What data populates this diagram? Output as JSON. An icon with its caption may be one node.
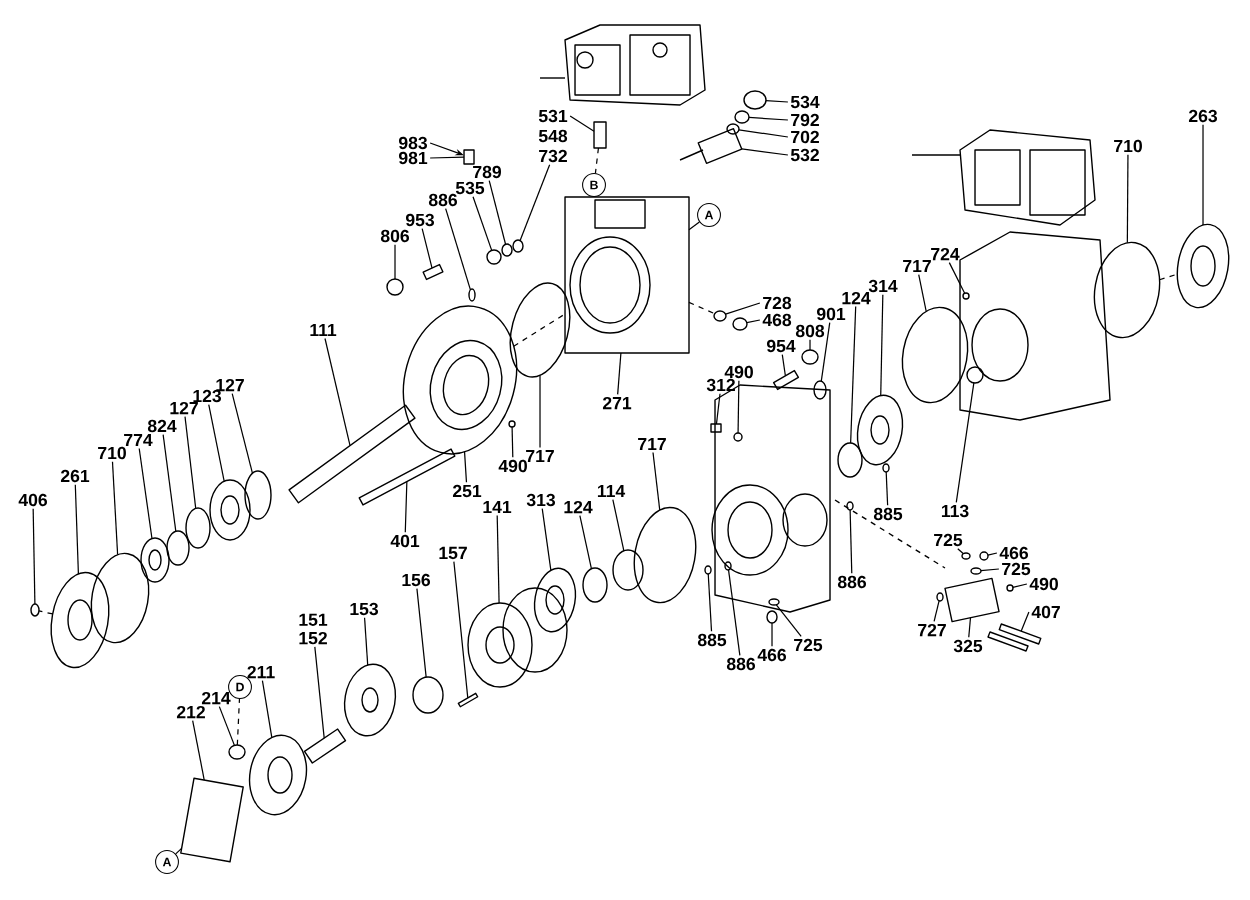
{
  "diagram": {
    "nodes": [
      {
        "text": [
          "534"
        ]
      },
      {
        "text": [
          "792"
        ]
      },
      {
        "text": [
          "702"
        ]
      },
      {
        "text": [
          "532"
        ]
      },
      {
        "text": [
          "531"
        ]
      },
      {
        "text": [
          "983"
        ]
      },
      {
        "text": [
          "981"
        ]
      },
      {
        "text": [
          "732"
        ]
      },
      {
        "text": [
          "789"
        ]
      },
      {
        "text": [
          "535"
        ]
      },
      {
        "text": [
          "886"
        ]
      },
      {
        "text": [
          "953"
        ]
      },
      {
        "text": [
          "806"
        ]
      },
      {
        "text": [
          "111"
        ]
      },
      {
        "text": [
          "127"
        ]
      },
      {
        "text": [
          "123"
        ]
      },
      {
        "text": [
          "127"
        ]
      },
      {
        "text": [
          "824"
        ]
      },
      {
        "text": [
          "774"
        ]
      },
      {
        "text": [
          "710"
        ]
      },
      {
        "text": [
          "261"
        ]
      },
      {
        "text": [
          "406"
        ]
      },
      {
        "text": [
          "401"
        ]
      },
      {
        "text": [
          "251"
        ]
      },
      {
        "text": [
          "490"
        ]
      },
      {
        "text": [
          "717"
        ]
      },
      {
        "text": [
          "271"
        ]
      },
      {
        "text": [
          "141"
        ]
      },
      {
        "text": [
          "313"
        ]
      },
      {
        "text": [
          "124"
        ]
      },
      {
        "text": [
          "114"
        ]
      },
      {
        "text": [
          "717"
        ]
      },
      {
        "text": [
          "157"
        ]
      },
      {
        "text": [
          "156"
        ]
      },
      {
        "text": [
          "153"
        ]
      },
      {
        "text": [
          "151",
          "152"
        ]
      },
      {
        "text": [
          "211"
        ]
      },
      {
        "text": [
          "214"
        ]
      },
      {
        "text": [
          "212"
        ]
      },
      {
        "text": [
          "312"
        ]
      },
      {
        "text": [
          "490"
        ]
      },
      {
        "text": [
          "954"
        ]
      },
      {
        "text": [
          "808"
        ]
      },
      {
        "text": [
          "901"
        ]
      },
      {
        "text": [
          "124"
        ]
      },
      {
        "text": [
          "314"
        ]
      },
      {
        "text": [
          "717"
        ]
      },
      {
        "text": [
          "724"
        ]
      },
      {
        "text": [
          "728"
        ]
      },
      {
        "text": [
          "468"
        ]
      },
      {
        "text": [
          "710"
        ]
      },
      {
        "text": [
          "263"
        ]
      },
      {
        "text": [
          "885"
        ]
      },
      {
        "text": [
          "113"
        ]
      },
      {
        "text": [
          "886"
        ]
      },
      {
        "text": [
          "885"
        ]
      },
      {
        "text": [
          "886"
        ]
      },
      {
        "text": [
          "466"
        ]
      },
      {
        "text": [
          "725"
        ]
      },
      {
        "text": [
          "725"
        ]
      },
      {
        "text": [
          "466"
        ]
      },
      {
        "text": [
          "725"
        ]
      },
      {
        "text": [
          "490"
        ]
      },
      {
        "text": [
          "407"
        ]
      },
      {
        "text": [
          "727"
        ]
      },
      {
        "text": [
          "325"
        ]
      },
      {
        "text": [
          "B"
        ]
      },
      {
        "text": [
          "A"
        ]
      },
      {
        "text": [
          "D"
        ]
      },
      {
        "text": [
          "A"
        ]
      },
      {
        "text": [],
        "shape": "circle"
      },
      {
        "text": [],
        "shape": "circle"
      },
      {
        "text": [],
        "shape": "circle"
      },
      {
        "text": [],
        "shape": "box"
      },
      {
        "text": [],
        "shape": "box"
      },
      {
        "text": [],
        "shape": "box"
      },
      {
        "text": [],
        "shape": "circle"
      },
      {
        "text": [],
        "shape": "circle"
      },
      {
        "text": [],
        "shape": "circle"
      },
      {
        "text": [],
        "shape": "circle"
      },
      {
        "text": [],
        "shape": "box"
      },
      {
        "text": [],
        "shape": "circle"
      },
      {
        "text": [],
        "shape": "box"
      },
      {
        "text": [],
        "shape": "circle"
      },
      {
        "text": [],
        "shape": "circle"
      },
      {
        "text": [],
        "shape": "circle"
      },
      {
        "text": [],
        "shape": "circle"
      },
      {
        "text": [],
        "shape": "circle"
      },
      {
        "text": [],
        "shape": "circle"
      },
      {
        "text": [],
        "shape": "circle"
      },
      {
        "text": [],
        "shape": "circle"
      },
      {
        "text": [],
        "shape": "box"
      },
      {
        "text": [],
        "shape": "circle"
      },
      {
        "text": [],
        "shape": "circle"
      },
      {
        "text": [],
        "shape": "circle"
      },
      {
        "text": [],
        "shape": "box"
      },
      {
        "text": [],
        "shape": "circle"
      },
      {
        "text": [],
        "shape": "circle"
      },
      {
        "text": [],
        "shape": "circle"
      },
      {
        "text": [],
        "shape": "circle"
      },
      {
        "text": [],
        "shape": "circle"
      },
      {
        "text": [],
        "shape": "box"
      },
      {
        "text": [],
        "shape": "circle"
      },
      {
        "text": [],
        "shape": "circle"
      },
      {
        "text": [],
        "shape": "box"
      },
      {
        "text": [],
        "shape": "circle"
      },
      {
        "text": [],
        "shape": "circle"
      },
      {
        "text": [],
        "shape": "box"
      },
      {
        "text": [],
        "shape": "box"
      },
      {
        "text": [],
        "shape": "circle"
      },
      {
        "text": [],
        "shape": "box"
      },
      {
        "text": [],
        "shape": "circle"
      },
      {
        "text": [],
        "shape": "circle"
      },
      {
        "text": [],
        "shape": "circle"
      },
      {
        "text": [],
        "shape": "circle"
      },
      {
        "text": [],
        "shape": "circle"
      },
      {
        "text": [],
        "shape": "circle"
      },
      {
        "text": [],
        "shape": "circle"
      },
      {
        "text": [],
        "shape": "circle"
      },
      {
        "text": [],
        "shape": "circle"
      },
      {
        "text": [],
        "shape": "circle"
      },
      {
        "text": [],
        "shape": "circle"
      },
      {
        "text": [],
        "shape": "circle"
      },
      {
        "text": [],
        "shape": "circle"
      },
      {
        "text": [],
        "shape": "circle"
      },
      {
        "text": [],
        "shape": "circle"
      },
      {
        "text": [],
        "shape": "circle"
      },
      {
        "text": [],
        "shape": "circle"
      },
      {
        "text": [],
        "shape": "circle"
      },
      {
        "text": [],
        "shape": "circle"
      },
      {
        "text": [],
        "shape": "circle"
      },
      {
        "text": [],
        "shape": "circle"
      },
      {
        "text": [],
        "shape": "box"
      },
      {
        "text": [],
        "shape": "circle"
      },
      {
        "text": [],
        "shape": "box"
      }
    ],
    "edges": [
      {
        "from": 0,
        "to": 70,
        "arrow": "none"
      },
      {
        "from": 1,
        "to": 71,
        "arrow": "none"
      },
      {
        "from": 2,
        "to": 72,
        "arrow": "none"
      },
      {
        "from": 3,
        "to": 73,
        "arrow": "none"
      },
      {
        "from": 4,
        "to": 74,
        "arrow": "none"
      },
      {
        "from": 5,
        "to": 75,
        "arrow": "to"
      },
      {
        "from": 6,
        "to": 75,
        "arrow": "none"
      },
      {
        "from": 7,
        "to": 76,
        "arrow": "none"
      },
      {
        "from": 8,
        "to": 77,
        "arrow": "none"
      },
      {
        "from": 9,
        "to": 78,
        "arrow": "none"
      },
      {
        "from": 10,
        "to": 79,
        "arrow": "none"
      },
      {
        "from": 11,
        "to": 80,
        "arrow": "none"
      },
      {
        "from": 12,
        "to": 81,
        "arrow": "none"
      },
      {
        "from": 13,
        "to": 82,
        "arrow": "none"
      },
      {
        "from": 14,
        "to": 83,
        "arrow": "none"
      },
      {
        "from": 15,
        "to": 84,
        "arrow": "none"
      },
      {
        "from": 16,
        "to": 85,
        "arrow": "none"
      },
      {
        "from": 17,
        "to": 86,
        "arrow": "none"
      },
      {
        "from": 18,
        "to": 87,
        "arrow": "none"
      },
      {
        "from": 19,
        "to": 88,
        "arrow": "none"
      },
      {
        "from": 20,
        "to": 89,
        "arrow": "none"
      },
      {
        "from": 21,
        "to": 90,
        "arrow": "none"
      },
      {
        "from": 22,
        "to": 91,
        "arrow": "none"
      },
      {
        "from": 23,
        "to": 92,
        "arrow": "none"
      },
      {
        "from": 24,
        "to": 93,
        "arrow": "none"
      },
      {
        "from": 25,
        "to": 94,
        "arrow": "none"
      },
      {
        "from": 26,
        "to": 95,
        "arrow": "none"
      },
      {
        "from": 27,
        "to": 96,
        "arrow": "none"
      },
      {
        "from": 28,
        "to": 97,
        "arrow": "none"
      },
      {
        "from": 29,
        "to": 98,
        "arrow": "none"
      },
      {
        "from": 30,
        "to": 99,
        "arrow": "none"
      },
      {
        "from": 31,
        "to": 100,
        "arrow": "none"
      },
      {
        "from": 32,
        "to": 101,
        "arrow": "none"
      },
      {
        "from": 33,
        "to": 102,
        "arrow": "none"
      },
      {
        "from": 34,
        "to": 103,
        "arrow": "none"
      },
      {
        "from": 35,
        "to": 104,
        "arrow": "none"
      },
      {
        "from": 36,
        "to": 105,
        "arrow": "none"
      },
      {
        "from": 37,
        "to": 106,
        "arrow": "none"
      },
      {
        "from": 38,
        "to": 107,
        "arrow": "none"
      },
      {
        "from": 39,
        "to": 108,
        "arrow": "none"
      },
      {
        "from": 40,
        "to": 109,
        "arrow": "none"
      },
      {
        "from": 41,
        "to": 110,
        "arrow": "none"
      },
      {
        "from": 42,
        "to": 111,
        "arrow": "none"
      },
      {
        "from": 43,
        "to": 112,
        "arrow": "none"
      },
      {
        "from": 44,
        "to": 113,
        "arrow": "none"
      },
      {
        "from": 45,
        "to": 114,
        "arrow": "none"
      },
      {
        "from": 46,
        "to": 115,
        "arrow": "none"
      },
      {
        "from": 47,
        "to": 116,
        "arrow": "none"
      },
      {
        "from": 48,
        "to": 117,
        "arrow": "none"
      },
      {
        "from": 49,
        "to": 118,
        "arrow": "none"
      },
      {
        "from": 50,
        "to": 119,
        "arrow": "none"
      },
      {
        "from": 51,
        "to": 120,
        "arrow": "none"
      },
      {
        "from": 52,
        "to": 121,
        "arrow": "none"
      },
      {
        "from": 53,
        "to": 122,
        "arrow": "none"
      },
      {
        "from": 54,
        "to": 123,
        "arrow": "none"
      },
      {
        "from": 55,
        "to": 124,
        "arrow": "none"
      },
      {
        "from": 56,
        "to": 125,
        "arrow": "none"
      },
      {
        "from": 57,
        "to": 126,
        "arrow": "none"
      },
      {
        "from": 58,
        "to": 127,
        "arrow": "none"
      },
      {
        "from": 59,
        "to": 128,
        "arrow": "none"
      },
      {
        "from": 60,
        "to": 129,
        "arrow": "none"
      },
      {
        "from": 61,
        "to": 130,
        "arrow": "none"
      },
      {
        "from": 62,
        "to": 131,
        "arrow": "none"
      },
      {
        "from": 63,
        "to": 132,
        "arrow": "none"
      },
      {
        "from": 64,
        "to": 133,
        "arrow": "none"
      },
      {
        "from": 65,
        "to": 134,
        "arrow": "none"
      },
      {
        "from": 74,
        "to": 66,
        "arrow": "none",
        "style": "dashed"
      },
      {
        "from": 95,
        "to": 67,
        "arrow": "none"
      },
      {
        "from": 106,
        "to": 68,
        "arrow": "none",
        "style": "dashed"
      },
      {
        "from": 107,
        "to": 69,
        "arrow": "none"
      },
      {
        "from": 89,
        "to": 90,
        "arrow": "none",
        "style": "dashed"
      },
      {
        "from": 92,
        "to": 95,
        "arrow": "none",
        "style": "dashed"
      },
      {
        "from": 95,
        "to": 117,
        "arrow": "none",
        "style": "dashed"
      },
      {
        "from": 119,
        "to": 120,
        "arrow": "none",
        "style": "dashed"
      }
    ],
    "labels": [
      "548"
    ]
  }
}
